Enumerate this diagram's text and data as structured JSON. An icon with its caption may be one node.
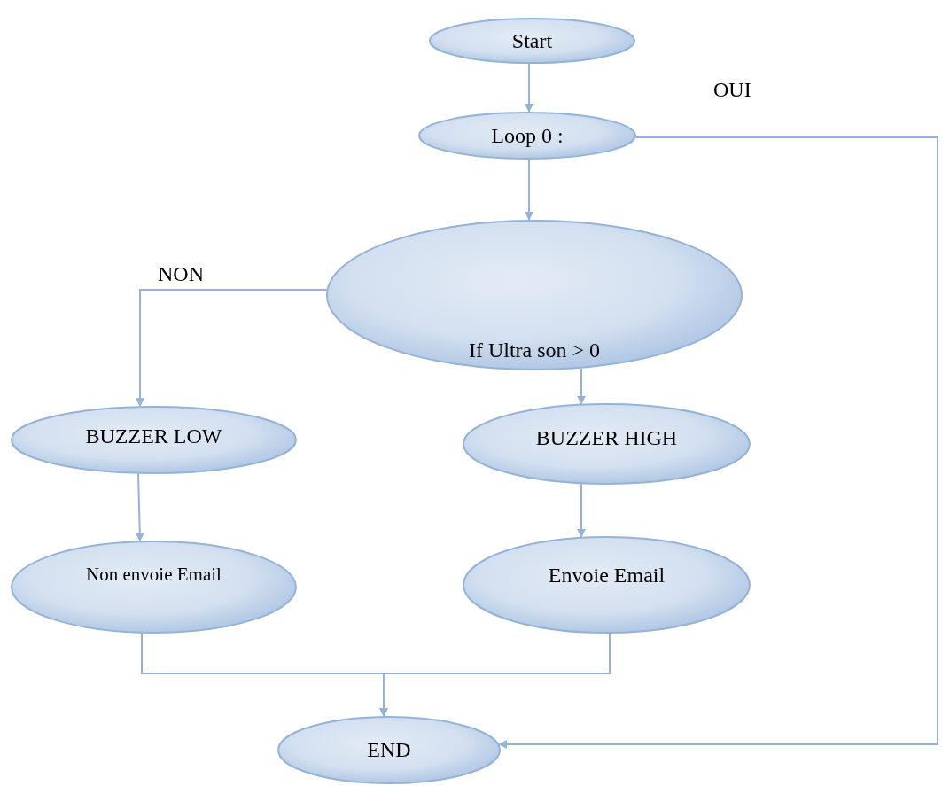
{
  "diagram": {
    "nodes": [
      {
        "text": [
          "Start"
        ]
      },
      {
        "text": [
          "Loop 0 :"
        ]
      },
      {
        "text": [
          "If Ultra son > 0"
        ]
      },
      {
        "text": [
          "BUZZER LOW"
        ]
      },
      {
        "text": [
          "BUZZER HIGH"
        ]
      },
      {
        "text": [
          "Non envoie Email"
        ]
      },
      {
        "text": [
          "Envoie Email"
        ]
      },
      {
        "text": [
          "END"
        ]
      }
    ],
    "edges": [
      {
        "from": 0,
        "to": 1,
        "arrow": "to"
      },
      {
        "from": 1,
        "to": 7,
        "arrow": "to",
        "label": "OUI"
      },
      {
        "from": 1,
        "to": 2,
        "arrow": "to"
      },
      {
        "from": 2,
        "to": 3,
        "arrow": "to",
        "label": "NON"
      },
      {
        "from": 2,
        "to": 4,
        "arrow": "to"
      },
      {
        "from": 3,
        "to": 5,
        "arrow": "to"
      },
      {
        "from": 4,
        "to": 6,
        "arrow": "to"
      },
      {
        "from": 5,
        "to": 7,
        "arrow": "to"
      },
      {
        "from": 6,
        "to": 7,
        "arrow": "to"
      }
    ]
  }
}
